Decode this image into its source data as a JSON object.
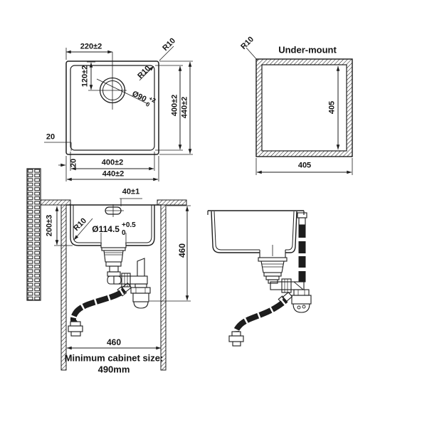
{
  "colors": {
    "line": "#1d1d1d",
    "background": "#ffffff"
  },
  "drawing": {
    "top_view": {
      "dim_drain_offset_x": "220±2",
      "corner_radius_outer": "R10",
      "corner_radius_inner": "R10",
      "dim_drain_offset_y": "120±2",
      "drain_diameter": "Ø90",
      "drain_tol_upper": "+2",
      "drain_tol_lower": "0",
      "dim_inner_height": "400±2",
      "dim_outer_height": "440±2",
      "dim_wall_left": "20",
      "dim_wall_bottom": "20",
      "dim_inner_width": "400±2",
      "dim_outer_width": "440±2"
    },
    "undermount_view": {
      "title": "Under-mount",
      "corner_radius": "R10",
      "dim_cutout_height": "405",
      "dim_cutout_width": "405"
    },
    "section_view": {
      "dim_overflow": "40±1",
      "dim_bowl_depth": "200±3",
      "corner_radius": "R10",
      "waste_diameter": "Ø114.5",
      "waste_tol_upper": "+0.5",
      "waste_tol_lower": "0",
      "dim_cabinet_height": "460",
      "dim_cabinet_width": "460",
      "cabinet_note_line1": "Minimum cabinet size:",
      "cabinet_note_line2": "490mm"
    }
  }
}
